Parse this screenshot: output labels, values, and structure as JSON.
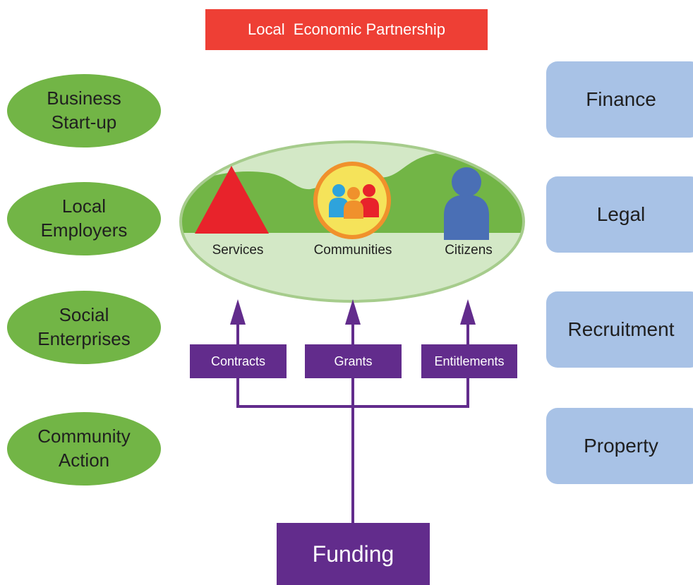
{
  "title": "Local  Economic Partnership",
  "left_items": [
    "Business\nStart-up",
    "Local\nEmployers",
    "Social\nEnterprises",
    "Community\nAction"
  ],
  "right_items": [
    "Finance",
    "Legal",
    "Recruitment",
    "Property"
  ],
  "center": {
    "services_label": "Services",
    "communities_label": "Communities",
    "citizens_label": "Citizens"
  },
  "flows": {
    "contracts": "Contracts",
    "grants": "Grants",
    "entitlements": "Entitlements"
  },
  "funding": "Funding",
  "colors": {
    "title_red": "#ee3f35",
    "green_oval": "#72b546",
    "blue_box": "#a8c2e6",
    "purple": "#622c8c",
    "landscape_bg": "#d3e8c6",
    "hill_green": "#72b546",
    "triangle_red": "#e8232b",
    "citizen_blue": "#4a6fb5"
  },
  "icons": {
    "services": "triangle-icon",
    "communities": "people-group-icon",
    "citizens": "person-icon"
  }
}
